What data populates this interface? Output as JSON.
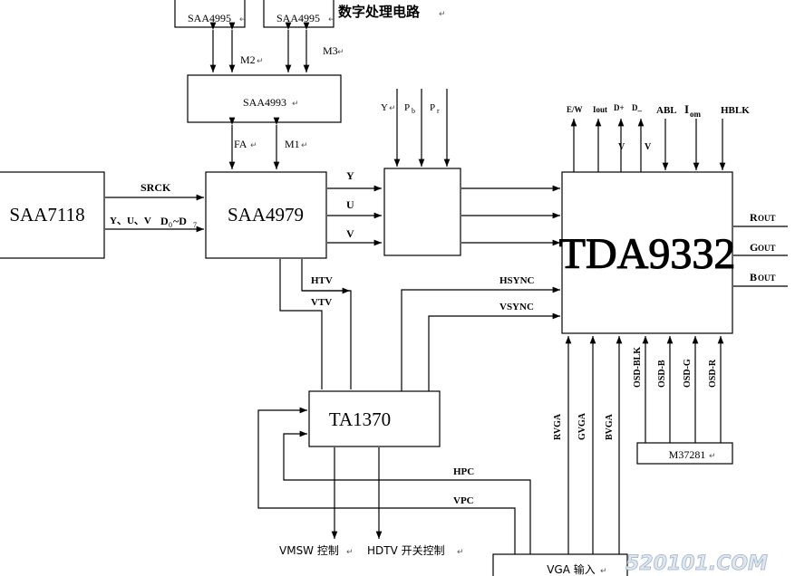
{
  "blocks": {
    "saa4995_a": "SAA4995",
    "saa4995_b": "SAA4995",
    "saa4993": "SAA4993",
    "saa7118": "SAA7118",
    "saa4979": "SAA4979",
    "tda9332": "TDA9332",
    "ta1370": "TA1370",
    "m37281": "M37281",
    "vga_in": "VGA 输入"
  },
  "title": "数字处理电路",
  "signals": {
    "m2": "M2",
    "m3": "M3",
    "fa": "FA",
    "m1": "M1",
    "srck": "SRCK",
    "yuv_in": "Y、U、V",
    "d_bus": "D",
    "d_sub0": "0",
    "d_tilde": "~D",
    "d_sub7": "7",
    "y": "Y",
    "u": "U",
    "v": "V",
    "in_y": "Y",
    "in_pb": "P",
    "in_pb_sub": "b",
    "in_pr": "P",
    "in_pr_sub": "r",
    "ew": "E/W",
    "iout": "Iout",
    "dplus": "D+",
    "dminus": "D_",
    "v1": "V",
    "v2": "V",
    "abl": "ABL",
    "iom": "I",
    "iom_sub": "om",
    "hblk": "HBLK",
    "rout": "R",
    "rout_sub": "OUT",
    "gout": "G",
    "gout_sub": "OUT",
    "bout": "B",
    "bout_sub": "OUT",
    "htv": "HTV",
    "vtv": "VTV",
    "hsync": "HSYNC",
    "vsync": "VSYNC",
    "hpc": "HPC",
    "vpc": "VPC",
    "rvga": "RVGA",
    "gvga": "GVGA",
    "bvga": "BVGA",
    "osd_blk": "OSD-BLK",
    "osd_b": "OSD-B",
    "osd_g": "OSD-G",
    "osd_r": "OSD-R",
    "vmsw": "VMSW 控制",
    "hdtv": "HDTV 开关控制"
  },
  "watermark": "520101.COM"
}
